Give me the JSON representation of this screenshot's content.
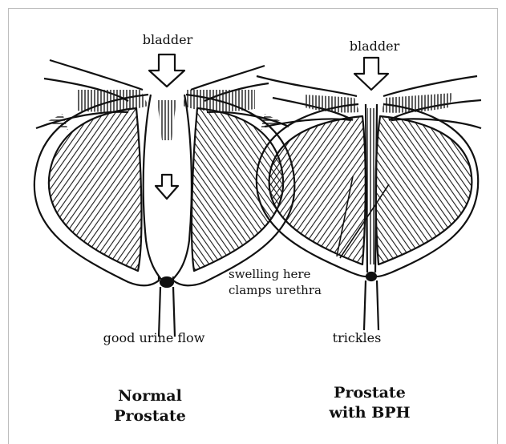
{
  "diagram": {
    "normal": {
      "top_label": "bladder",
      "bottom_label": "good urine flow",
      "title_line1": "Normal",
      "title_line2": "Prostate"
    },
    "bph": {
      "top_label": "bladder",
      "bottom_label": "trickles",
      "annotation_line1": "swelling here",
      "annotation_line2": "clamps urethra",
      "title_line1": "Prostate",
      "title_line2": "with BPH"
    }
  }
}
